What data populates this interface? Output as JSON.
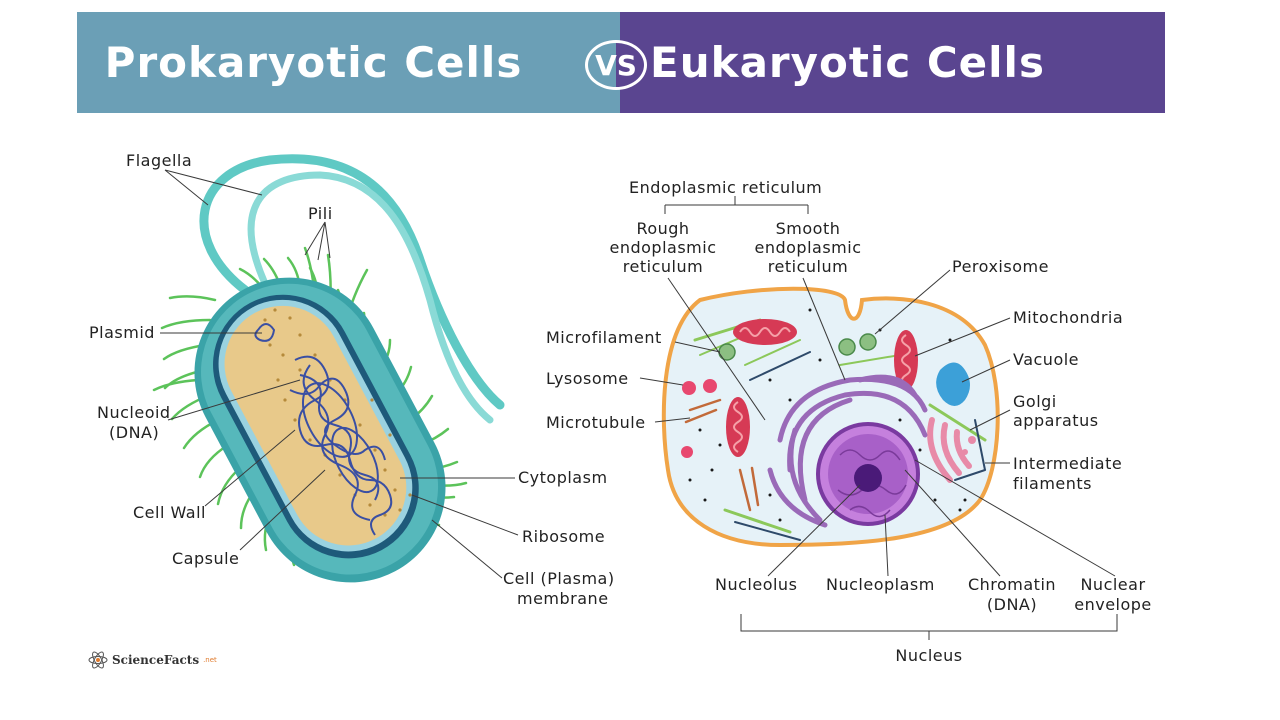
{
  "banner": {
    "left_title": "Prokaryotic Cells",
    "vs": "VS",
    "right_title": "Eukaryotic Cells",
    "left_color": "#6b9fb6",
    "right_color": "#5a4590"
  },
  "prokaryote_labels": {
    "flagella": "Flagella",
    "pili": "Pili",
    "plasmid": "Plasmid",
    "nucleoid_1": "Nucleoid",
    "nucleoid_2": "(DNA)",
    "cell_wall": "Cell Wall",
    "capsule": "Capsule",
    "cytoplasm": "Cytoplasm",
    "ribosome": "Ribosome",
    "membrane_1": "Cell (Plasma)",
    "membrane_2": "membrane"
  },
  "eukaryote_labels": {
    "er": "Endoplasmic reticulum",
    "rough_er_1": "Rough",
    "rough_er_2": "endoplasmic",
    "rough_er_3": "reticulum",
    "smooth_er_1": "Smooth",
    "smooth_er_2": "endoplasmic",
    "smooth_er_3": "reticulum",
    "peroxisome": "Peroxisome",
    "mitochondria": "Mitochondria",
    "vacuole": "Vacuole",
    "golgi_1": "Golgi",
    "golgi_2": "apparatus",
    "intermediate_1": "Intermediate",
    "intermediate_2": "filaments",
    "microfilament": "Microfilament",
    "lysosome": "Lysosome",
    "microtubule": "Microtubule",
    "nucleolus": "Nucleolus",
    "nucleoplasm": "Nucleoplasm",
    "chromatin_1": "Chromatin",
    "chromatin_2": "(DNA)",
    "nuclear_env_1": "Nuclear",
    "nuclear_env_2": "envelope",
    "nucleus": "Nucleus"
  },
  "logo": {
    "name": "ScienceFacts",
    "tld": ".net",
    "icon": "atom-icon"
  },
  "colors": {
    "capsule": "#3aa3a8",
    "cell_wall": "#1e5a7a",
    "cytoplasm_prok": "#e8c98a",
    "dna": "#3a4fa3",
    "pili": "#5cc35a",
    "flagella": "#5fc9c4",
    "euk_membrane": "#f0a447",
    "euk_cytoplasm": "#e6f2f8",
    "nucleus": "#8c4ab0",
    "mitochondria": "#d63a55",
    "vacuole": "#3ca0d8"
  }
}
